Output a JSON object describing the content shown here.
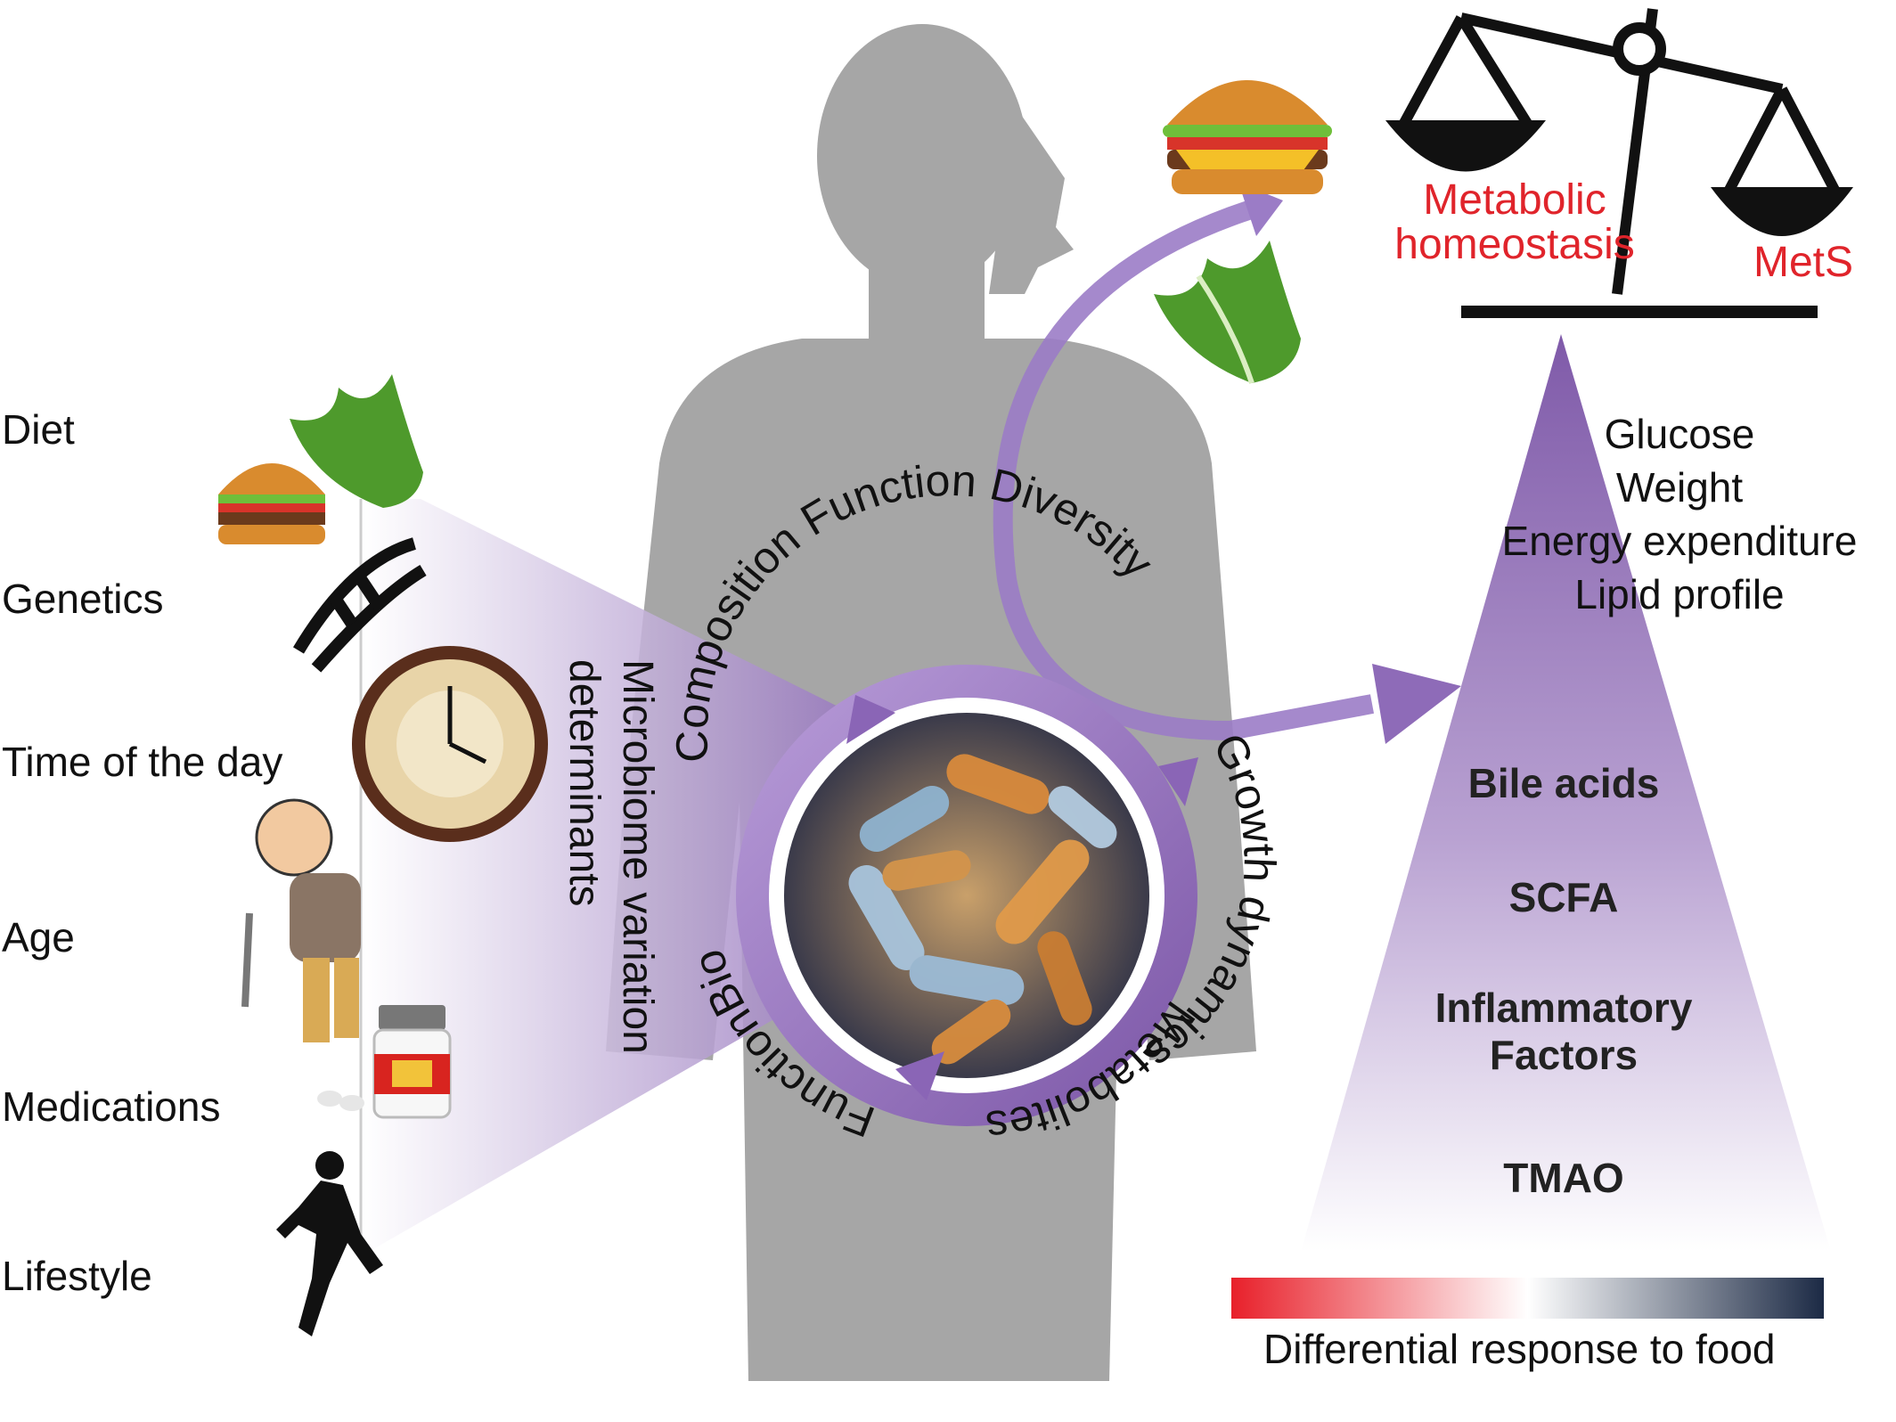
{
  "determinants": {
    "title_line1": "Microbiome variation",
    "title_line2": "determinants",
    "items": [
      {
        "label": "Diet",
        "icon": "diet-icon"
      },
      {
        "label": "Genetics",
        "icon": "dna-icon"
      },
      {
        "label": "Time of the day",
        "icon": "clock-icon"
      },
      {
        "label": "Age",
        "icon": "elderly-person-icon"
      },
      {
        "label": "Medications",
        "icon": "pill-bottle-icon"
      },
      {
        "label": "Lifestyle",
        "icon": "runner-icon"
      }
    ]
  },
  "microbiome_ring": {
    "top_arc": "Composition Function Diversity",
    "right_arc": "Growth dynamics",
    "bottom_arc": "Metabolites",
    "left_arc": "FunctionBio",
    "image": "bacteria-micrograph"
  },
  "balance": {
    "left_label_line1": "Metabolic",
    "left_label_line2": "homeostasis",
    "right_label": "MetS",
    "label_color": "#e0242b"
  },
  "pyramid": {
    "metrics": [
      "Glucose",
      "Weight",
      "Energy expenditure",
      "Lipid profile"
    ],
    "factors": [
      "Bile acids",
      "SCFA",
      "Inflammatory Factors",
      "TMAO"
    ],
    "factor_inflammatory_line1": "Inflammatory",
    "factor_inflammatory_line2": "Factors"
  },
  "color_bar": {
    "label": "Differential response to food",
    "colors": [
      "#e8202a",
      "#ffffff",
      "#1c2a45"
    ]
  },
  "colors": {
    "purple": "#8e6bb8",
    "body_gray": "#a6a6a6"
  }
}
